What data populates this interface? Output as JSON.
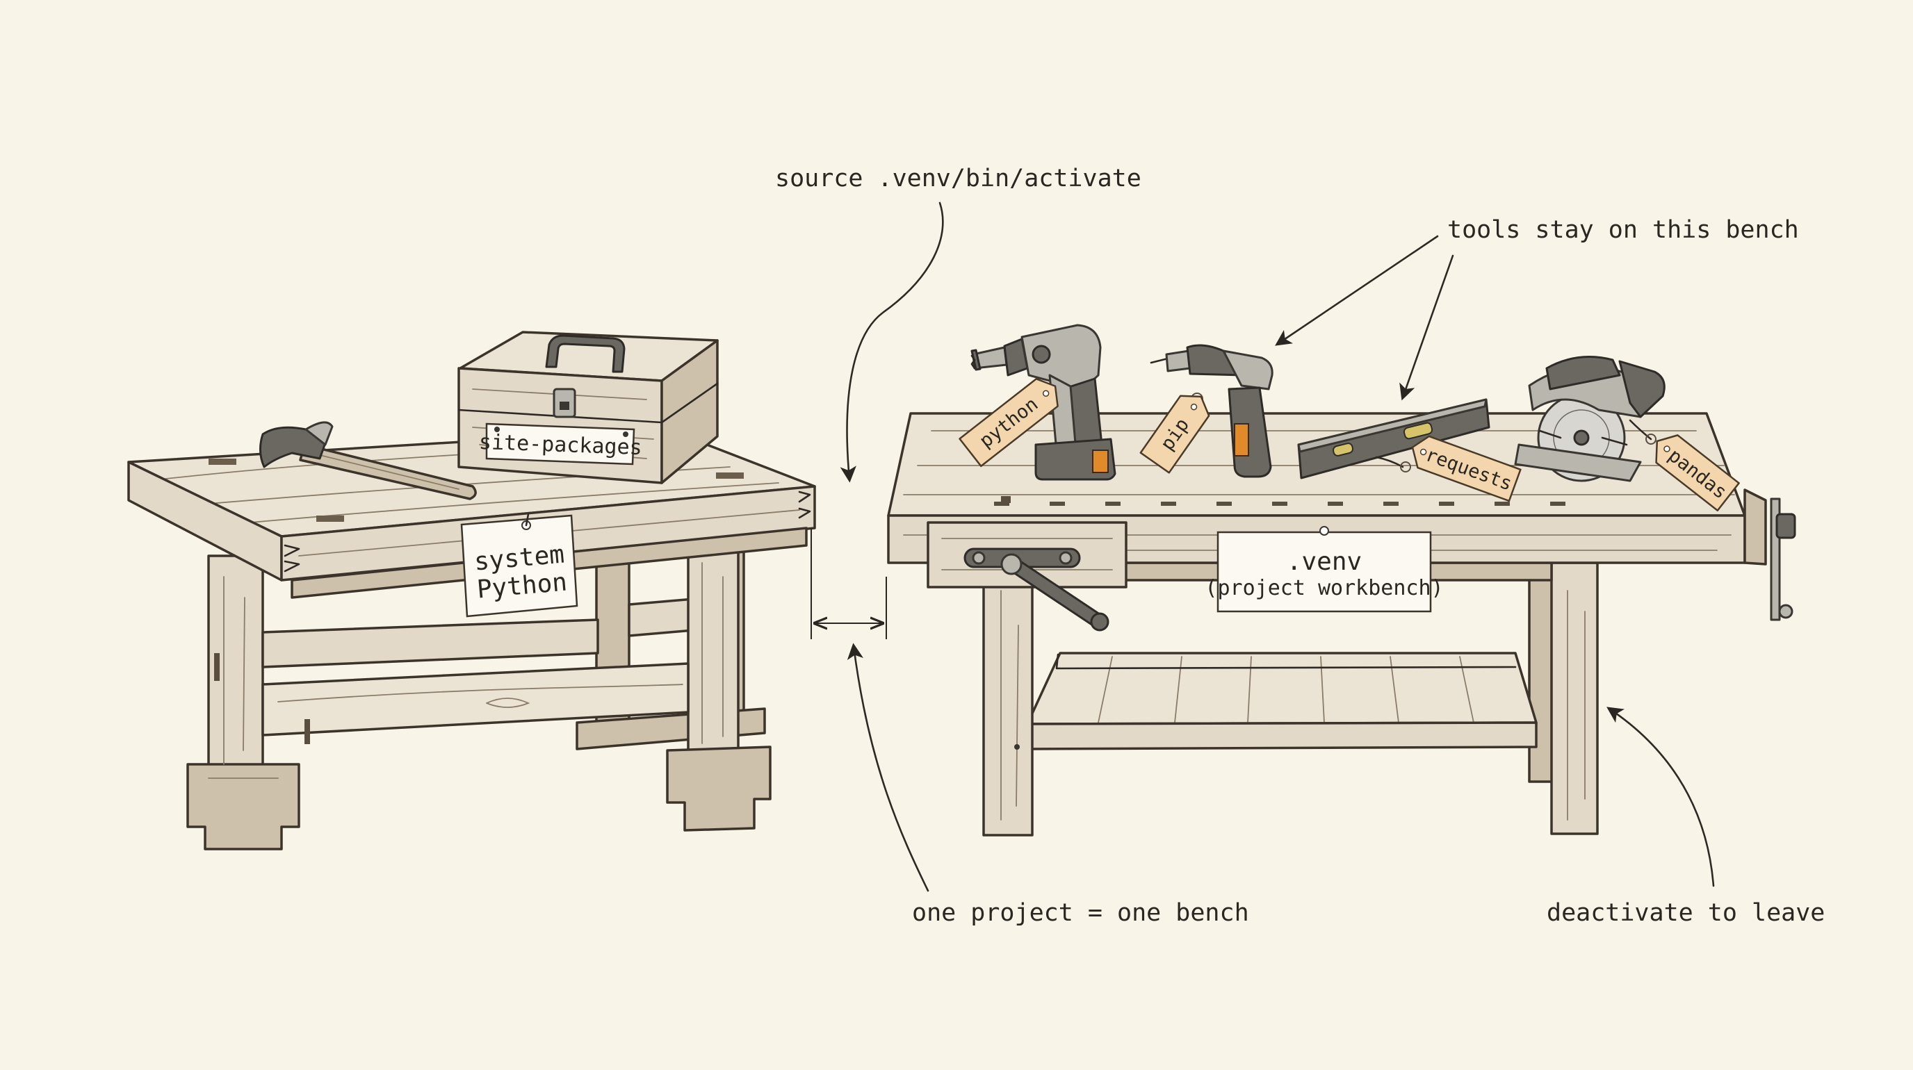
{
  "annotations": {
    "activate": "source .venv/bin/activate",
    "tools_stay": "tools stay on this bench",
    "one_project": "one project = one bench",
    "deactivate": "deactivate to leave"
  },
  "left_bench": {
    "toolbox_label": "site-packages",
    "sign_line1": "system",
    "sign_line2": "Python"
  },
  "right_bench": {
    "sign_line1": ".venv",
    "sign_line2": "(project workbench)"
  },
  "tags": {
    "python": "python",
    "pip": "pip",
    "requests": "requests",
    "pandas": "pandas"
  },
  "colors": {
    "background": "#f8f4e8",
    "wood": "#e2d9c8",
    "tag": "#f3d6ad",
    "ink": "#2a2622"
  }
}
